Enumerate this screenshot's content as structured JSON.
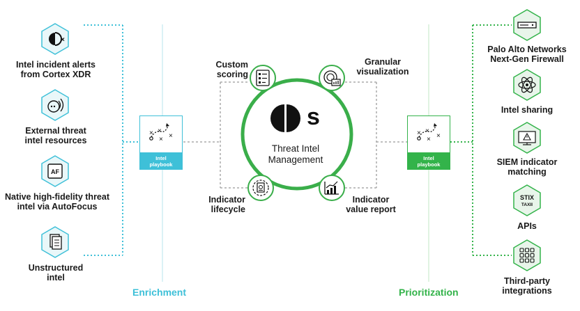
{
  "left_sources": [
    {
      "icon": "cortex-xdr-icon",
      "lines": [
        "Intel incident alerts",
        "from Cortex XDR"
      ]
    },
    {
      "icon": "external-feed-icon",
      "lines": [
        "External threat",
        "intel resources"
      ]
    },
    {
      "icon": "autofocus-icon",
      "lines": [
        "Native high-fidelity threat",
        "intel via AutoFocus"
      ],
      "badge": "AF"
    },
    {
      "icon": "document-icon",
      "lines": [
        "Unstructured",
        "intel"
      ]
    }
  ],
  "right_targets": [
    {
      "icon": "firewall-icon",
      "lines": [
        "Palo Alto Networks",
        "Next-Gen Firewall"
      ]
    },
    {
      "icon": "atom-sharing-icon",
      "lines": [
        "Intel sharing"
      ]
    },
    {
      "icon": "siem-icon",
      "lines": [
        "SIEM indicator",
        "matching"
      ]
    },
    {
      "icon": "stix-taxii-icon",
      "lines": [
        "APIs"
      ],
      "badge_top": "STIX",
      "badge_bottom": "TAXII"
    },
    {
      "icon": "grid-apps-icon",
      "lines": [
        "Third-party",
        "integrations"
      ]
    }
  ],
  "playbooks": {
    "left": {
      "lines": [
        "Intel",
        "playbook"
      ]
    },
    "right": {
      "lines": [
        "Intel",
        "playbook"
      ]
    }
  },
  "sections": {
    "enrichment": "Enrichment",
    "prioritization": "Prioritization"
  },
  "center": {
    "logo_letter": "s",
    "title_lines": [
      "Threat Intel",
      "Management"
    ]
  },
  "center_nodes": {
    "custom_scoring": [
      "Custom",
      "scoring"
    ],
    "granular_visualization": [
      "Granular",
      "visualization"
    ],
    "indicator_lifecycle": [
      "Indicator",
      "lifecycle"
    ],
    "indicator_value_report": [
      "Indicator",
      "value report"
    ]
  },
  "colors": {
    "enrichment": "#3ec0d8",
    "prioritization": "#33b34a",
    "ring": "#3aae4a",
    "hex_fill": "#e9f7f9",
    "hex_fill_green": "#e8f5ea",
    "text": "#1a1a1a"
  }
}
